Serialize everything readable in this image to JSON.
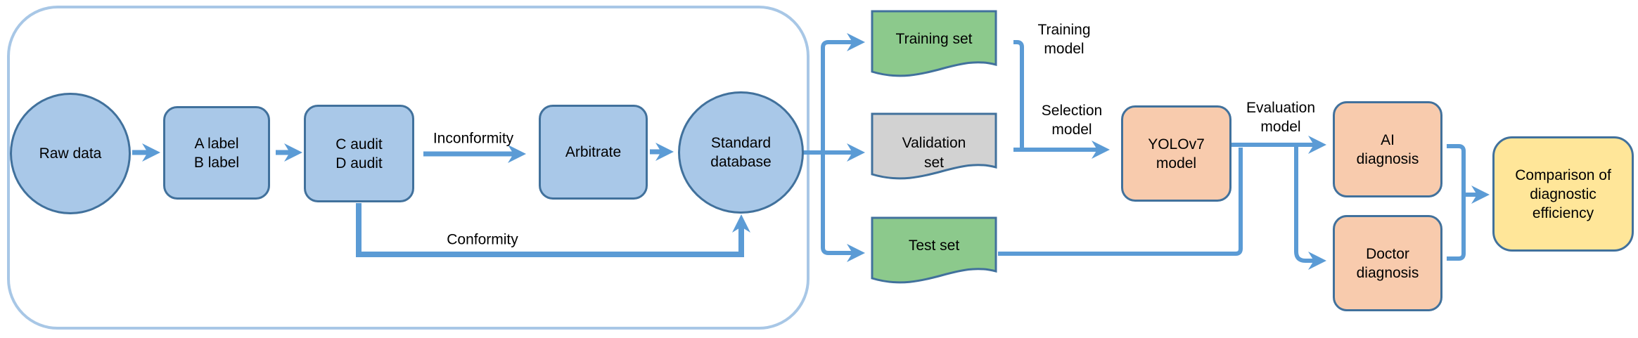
{
  "figure": {
    "type": "flowchart",
    "description": "Dataset construction and YOLOv7 model training / evaluation workflow"
  },
  "nodes": {
    "raw_data": {
      "label": "Raw data"
    },
    "ab_label": {
      "lines": [
        "A label",
        "B label"
      ]
    },
    "cd_audit": {
      "lines": [
        "C audit",
        "D audit"
      ]
    },
    "arbitrate": {
      "label": "Arbitrate"
    },
    "standard_database": {
      "lines": [
        "Standard",
        "database"
      ]
    },
    "training_set": {
      "label": "Training set"
    },
    "validation_set": {
      "lines": [
        "Validation",
        "set"
      ]
    },
    "test_set": {
      "label": "Test set"
    },
    "yolov7": {
      "lines": [
        "YOLOv7",
        "model"
      ]
    },
    "ai_diagnosis": {
      "lines": [
        "AI",
        "diagnosis"
      ]
    },
    "doctor_diagnosis": {
      "lines": [
        "Doctor",
        "diagnosis"
      ]
    },
    "comparison": {
      "lines": [
        "Comparison of",
        "diagnostic",
        "efficiency"
      ]
    }
  },
  "edge_labels": {
    "inconformity": "Inconformity",
    "conformity": "Conformity",
    "training_model": {
      "lines": [
        "Training",
        "model"
      ]
    },
    "selection_model": {
      "lines": [
        "Selection",
        "model"
      ]
    },
    "evaluation_model": {
      "lines": [
        "Evaluation",
        "model"
      ]
    }
  },
  "colors": {
    "connector": "#5b9bd5",
    "node_border": "#41719c",
    "container_border": "#a8c7e6",
    "blue_fill": "#a9c8e8",
    "green_fill": "#8cc98c",
    "gray_fill": "#d2d2d2",
    "peach_fill": "#f8cbad",
    "yellow_fill": "#ffe699",
    "text": "#000000"
  }
}
